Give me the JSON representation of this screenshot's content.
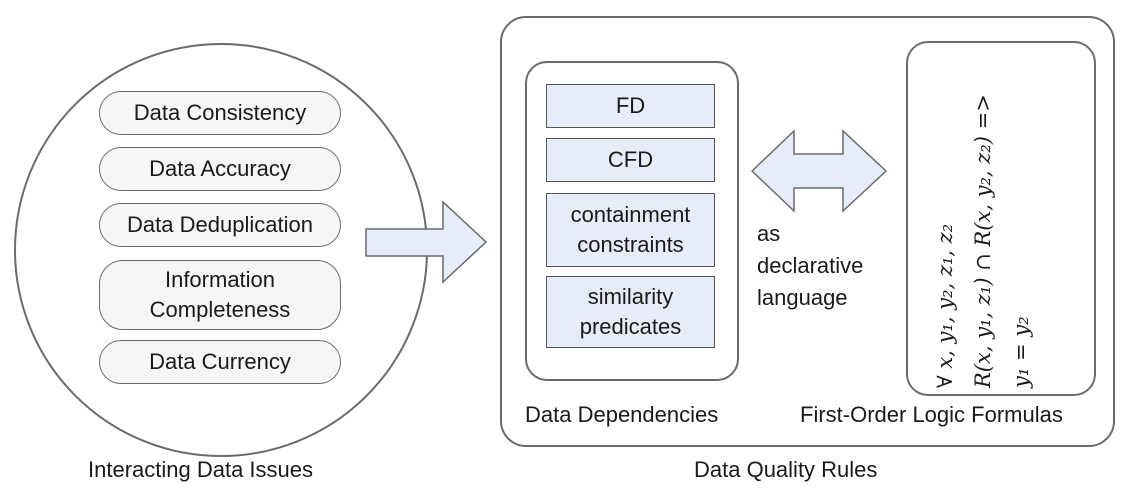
{
  "issues": {
    "title": "Interacting Data Issues",
    "items": [
      "Data Consistency",
      "Data Accuracy",
      "Data Deduplication",
      "Information Completeness",
      "Data Currency"
    ]
  },
  "rules": {
    "title": "Data Quality Rules",
    "dependencies": {
      "label": "Data Dependencies",
      "items": [
        "FD",
        "CFD",
        "containment constraints",
        "similarity predicates"
      ]
    },
    "annotation": [
      "as",
      "declarative",
      "language"
    ],
    "logic": {
      "label": "First-Order Logic Formulas",
      "lines": [
        "∀ x, y₁, y₂, z₁, z₂",
        "R(x, y₁, z₁) ∩ R(x, y₂, z₂) =>",
        "y₁ = y₂"
      ]
    }
  },
  "colors": {
    "box_fill": "#e6edf8",
    "arrow_fill": "#e6edf8",
    "outline": "#6b6b6b"
  }
}
